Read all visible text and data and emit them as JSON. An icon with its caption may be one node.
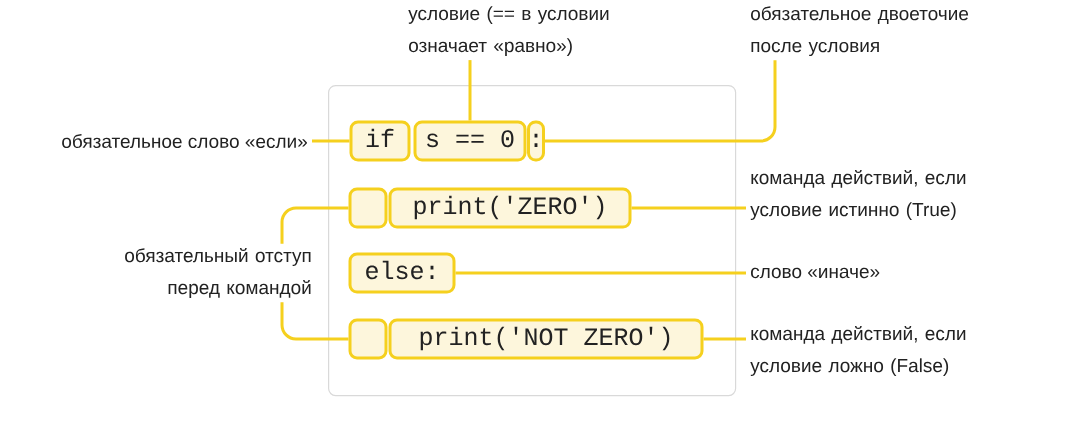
{
  "diagram": {
    "nodes": [
      {
        "text": [],
        "shape": "box"
      },
      {
        "text": [
          "if"
        ],
        "in": 0
      },
      {
        "text": [
          "s == 0"
        ],
        "in": 0
      },
      {
        "text": [
          ":"
        ],
        "in": 0
      },
      {
        "text": [],
        "shape": "box",
        "in": 0
      },
      {
        "text": [
          "print('ZERO')"
        ],
        "in": 0
      },
      {
        "text": [
          "else:"
        ],
        "in": 0
      },
      {
        "text": [],
        "shape": "box",
        "in": 0
      },
      {
        "text": [
          "print('NOT ZERO')"
        ],
        "in": 0
      },
      {
        "text": [
          "обязательное слово «если»"
        ]
      },
      {
        "text": [
          "условие (== в условии означает «равно»)"
        ]
      },
      {
        "text": [
          "обязательное двоеточие после условия"
        ]
      },
      {
        "text": [
          "команда действий, если условие истинно (True)"
        ]
      },
      {
        "text": [
          "обязательный отступ перед командой"
        ]
      },
      {
        "text": [
          "слово «иначе»"
        ]
      },
      {
        "text": [
          "команда действий, если условие ложно (False)"
        ]
      }
    ],
    "edges": [
      {
        "from": 9,
        "to": 1,
        "arrow": "none"
      },
      {
        "from": 10,
        "to": 2,
        "arrow": "none"
      },
      {
        "from": 11,
        "to": 3,
        "arrow": "none"
      },
      {
        "from": 12,
        "to": 5,
        "arrow": "none"
      },
      {
        "from": 13,
        "to": 4,
        "arrow": "none"
      },
      {
        "from": 13,
        "to": 7,
        "arrow": "none"
      },
      {
        "from": 14,
        "to": 6,
        "arrow": "none"
      },
      {
        "from": 15,
        "to": 8,
        "arrow": "none"
      }
    ]
  }
}
